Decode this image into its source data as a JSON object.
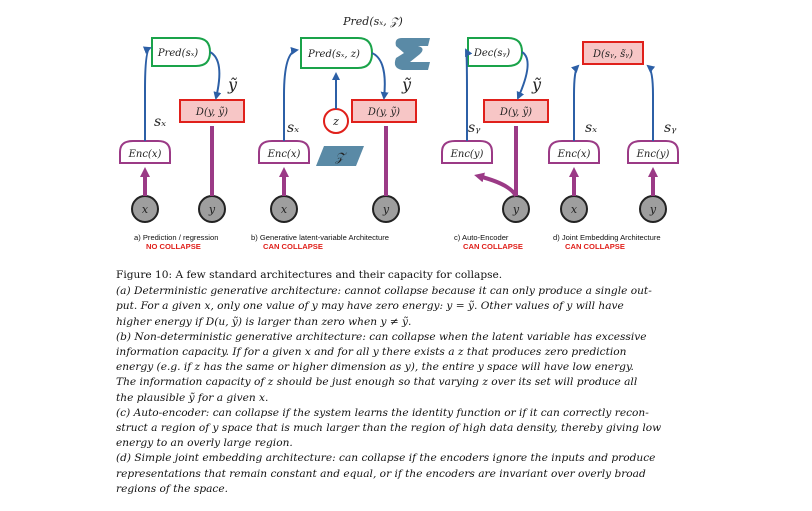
{
  "figure": {
    "top_label": "Pred(sₓ, 𝒵)",
    "panels": [
      {
        "pred_box": "Pred(sₓ)",
        "energy_box": "D(y, ỹ)",
        "ytilde": "ỹ",
        "sx": "sₓ",
        "enc": "Enc(x)",
        "x": "x",
        "y": "y",
        "caption": "a) Prediction / regression",
        "status": "NO COLLAPSE"
      },
      {
        "pred_box": "Pred(sₓ, z)",
        "energy_box": "D(y, ỹ)",
        "ytilde": "ỹ",
        "sx": "sₓ",
        "z": "z",
        "zset": "𝒵",
        "enc": "Enc(x)",
        "x": "x",
        "y": "y",
        "caption": "b) Generative latent-variable Architecture",
        "status": "CAN COLLAPSE"
      },
      {
        "pred_box": "Dec(sᵧ)",
        "energy_box": "D(y, ỹ)",
        "ytilde": "ỹ",
        "sy": "sᵧ",
        "enc": "Enc(y)",
        "y": "y",
        "caption": "c) Auto-Encoder",
        "status": "CAN COLLAPSE"
      },
      {
        "energy_box": "D(sᵧ, s̃ᵧ)",
        "sx": "sₓ",
        "sy": "sᵧ",
        "enc_x": "Enc(x)",
        "enc_y": "Enc(y)",
        "x": "x",
        "y": "y",
        "caption": "d) Joint Embedding Architecture",
        "status": "CAN COLLAPSE"
      }
    ]
  },
  "caption": {
    "title": "Figure 10:   A few standard architectures and their capacity for collapse.",
    "lines": [
      "(a) Deterministic generative architecture: cannot collapse because it can only produce a single out-",
      "put. For a given x, only one value of y may have zero energy: y = ỹ. Other values of y will have",
      "higher energy if D(u, ỹ) is larger than zero when y ≠ ỹ.",
      "(b) Non-deterministic generative architecture: can collapse when the latent variable has excessive",
      "information capacity. If for a given x and for all y there exists a z that produces zero prediction",
      "energy (e.g. if z has the same or higher dimension as y), the entire y space will have low energy.",
      "The information capacity of z should be just enough so that varying z over its set will produce all",
      "the plausible ỹ for a given x.",
      "(c) Auto-encoder: can collapse if the system learns the identity function or if it can correctly recon-",
      "struct a region of y space that is much larger than the region of high data density, thereby giving low",
      "energy to an overly large region.",
      "(d) Simple joint embedding architecture: can collapse if the encoders ignore the inputs and produce",
      "representations that remain constant and equal, or if the encoders are invariant over overly broad",
      "regions of the space."
    ]
  }
}
